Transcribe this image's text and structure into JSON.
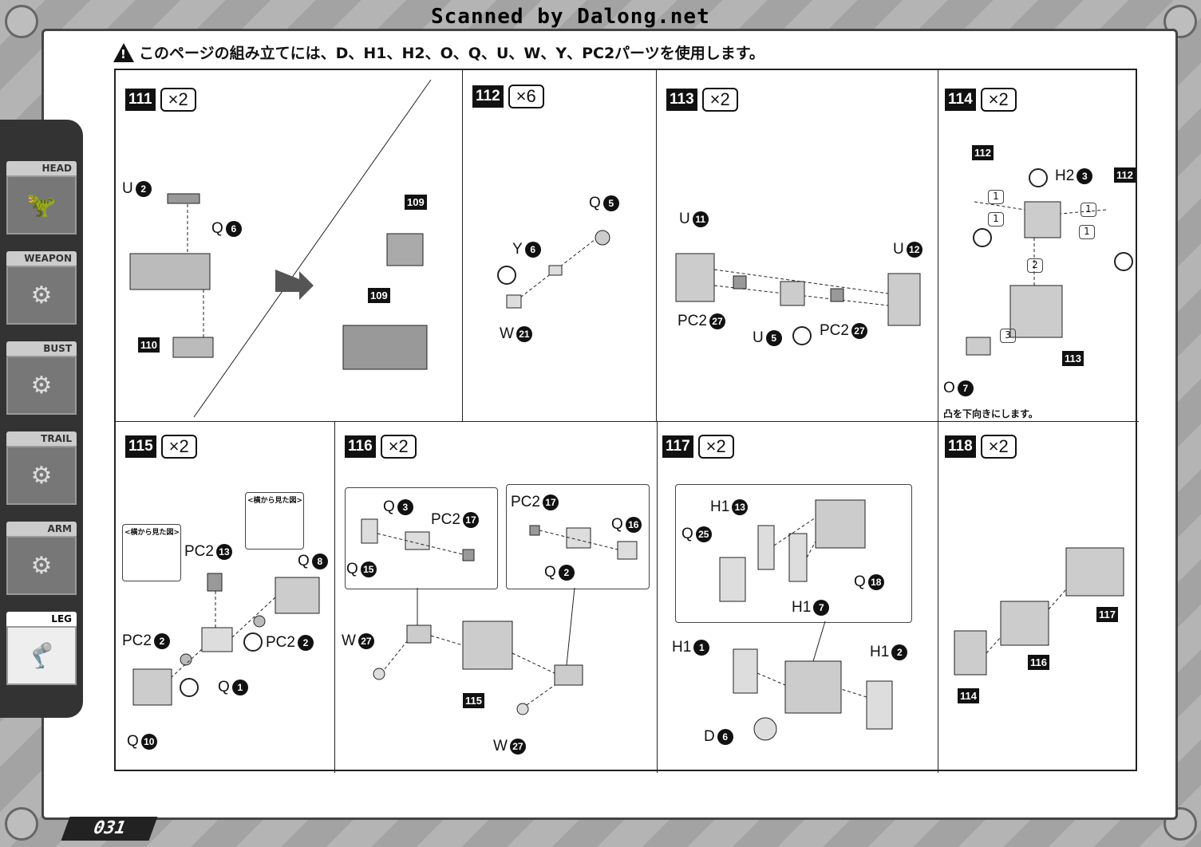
{
  "watermark": "Scanned by Dalong.net",
  "warning": "このページの組み立てには、D、H1、H2、O、Q、U、W、Y、PC2パーツを使用します。",
  "sidebar": [
    {
      "label": "HEAD"
    },
    {
      "label": "WEAPON"
    },
    {
      "label": "BUST"
    },
    {
      "label": "TRAIL"
    },
    {
      "label": "ARM"
    },
    {
      "label": "LEG"
    }
  ],
  "page_number": "031",
  "steps": [
    {
      "num": "111",
      "mult": "×2",
      "parts": [
        "U",
        "2",
        "Q",
        "6"
      ],
      "tags": [
        "110",
        "109",
        "109"
      ]
    },
    {
      "num": "112",
      "mult": "×6",
      "parts": [
        "Q",
        "5",
        "Y",
        "6",
        "W",
        "21"
      ]
    },
    {
      "num": "113",
      "mult": "×2",
      "parts": [
        "U",
        "11",
        "U",
        "12",
        "PC2",
        "27",
        "U",
        "5",
        "PC2",
        "27"
      ]
    },
    {
      "num": "114",
      "mult": "×2",
      "parts": [
        "H2",
        "3",
        "O",
        "7"
      ],
      "tags": [
        "112",
        "112",
        "113"
      ],
      "note": "凸を下向きにします。",
      "seq": [
        "1",
        "1",
        "1",
        "1",
        "2",
        "3"
      ]
    },
    {
      "num": "115",
      "mult": "×2",
      "parts": [
        "PC2",
        "13",
        "Q",
        "8",
        "PC2",
        "2",
        "PC2",
        "2",
        "Q",
        "1",
        "Q",
        "10"
      ],
      "side_views": [
        "<横から見た図>",
        "<横から見た図>"
      ]
    },
    {
      "num": "116",
      "mult": "×2",
      "parts": [
        "Q",
        "3",
        "PC2",
        "17",
        "Q",
        "15",
        "PC2",
        "17",
        "Q",
        "16",
        "Q",
        "2",
        "W",
        "27",
        "W",
        "27"
      ],
      "tags": [
        "115"
      ]
    },
    {
      "num": "117",
      "mult": "×2",
      "parts": [
        "H1",
        "13",
        "Q",
        "25",
        "Q",
        "18",
        "H1",
        "7",
        "H1",
        "1",
        "H1",
        "2",
        "D",
        "6"
      ]
    },
    {
      "num": "118",
      "mult": "×2",
      "tags": [
        "117",
        "116",
        "114"
      ]
    }
  ]
}
